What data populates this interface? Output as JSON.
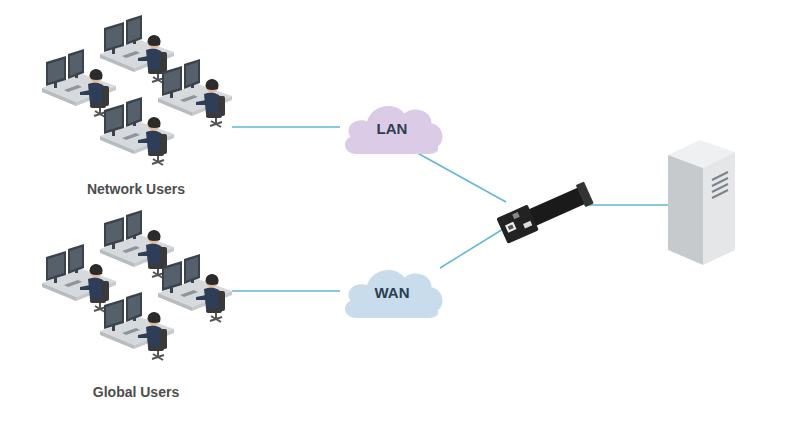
{
  "diagram": {
    "nodes": [
      {
        "text": [
          "Network Users"
        ]
      },
      {
        "text": [
          "Global Users"
        ]
      },
      {
        "text": [
          "LAN"
        ]
      },
      {
        "text": [
          "WAN"
        ]
      }
    ],
    "edges": [
      {
        "from": 0,
        "to": 2,
        "arrow": "none"
      },
      {
        "from": 1,
        "to": 3,
        "arrow": "none"
      }
    ]
  }
}
